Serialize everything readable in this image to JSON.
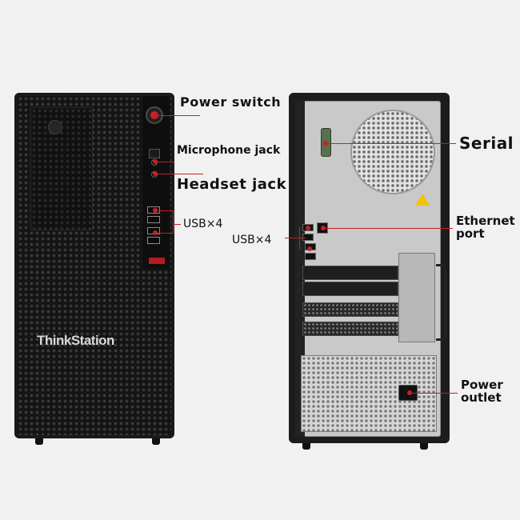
{
  "front": {
    "brand": "ThinkStation"
  },
  "labels": {
    "power_switch": "Power switch",
    "microphone_jack": "Microphone jack",
    "headset_jack": "Headset jack",
    "usb_front": "USB×4",
    "usb_rear": "USB×4",
    "serial": "Serial",
    "ethernet_line1": "Ethernet",
    "ethernet_line2": "port",
    "power_outlet_line1": "Power",
    "power_outlet_line2": "outlet"
  },
  "colors": {
    "callout": "#c81e24",
    "tower": "#1a1a1a",
    "background": "#f1f1f1"
  }
}
